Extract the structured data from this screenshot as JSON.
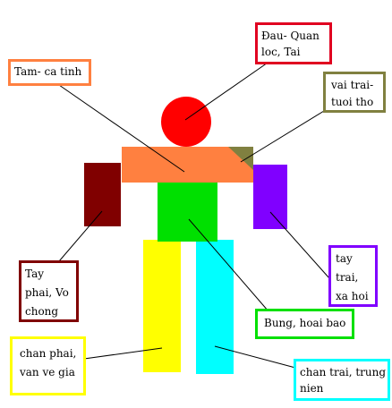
{
  "labels": {
    "head": {
      "line1": "Đau- Quan",
      "line2": "loc, Tai",
      "color": "#e00020"
    },
    "heart": {
      "text": "Tam- ca tinh",
      "color": "#ff8040"
    },
    "left_shoulder": {
      "line1": "vai trai-",
      "line2": "tuoi tho",
      "color": "#808040"
    },
    "right_arm": {
      "line1": "Tay",
      "line2": "phai, Vo",
      "line3": "chong",
      "color": "#800000"
    },
    "left_arm": {
      "line1": "tay",
      "line2": "trai,",
      "line3": "xa hoi",
      "color": "#8000ff"
    },
    "belly": {
      "text": "Bung, hoai bao",
      "color": "#00e000"
    },
    "right_leg": {
      "line1": "chan phai,",
      "line2": "van ve gia",
      "color": "#ffff00"
    },
    "left_leg": {
      "line1": "chan trai, trung",
      "line2": "nien",
      "color": "#00ffff"
    }
  },
  "figure_colors": {
    "head": "#ff0000",
    "shoulders": "#ff8040",
    "shoulder_corner": "#808040",
    "torso": "#00e000",
    "right_arm": "#800000",
    "left_arm": "#8000ff",
    "right_leg": "#ffff00",
    "left_leg": "#00ffff"
  }
}
